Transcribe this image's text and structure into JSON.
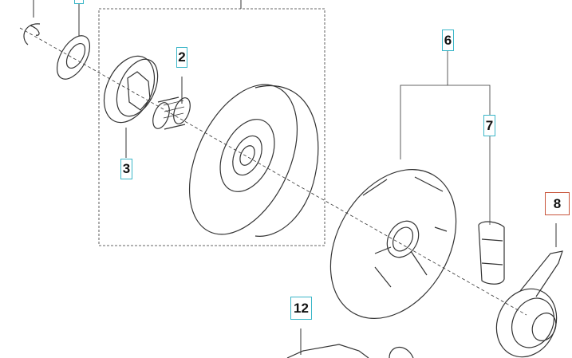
{
  "diagram": {
    "callouts": [
      {
        "id": "top-partial",
        "label": ""
      },
      {
        "id": "2",
        "label": "2"
      },
      {
        "id": "3",
        "label": "3"
      },
      {
        "id": "6",
        "label": "6"
      },
      {
        "id": "7",
        "label": "7"
      },
      {
        "id": "8",
        "label": "8",
        "highlighted": true
      },
      {
        "id": "12",
        "label": "12"
      }
    ],
    "colors": {
      "callout_border": "#3bb6c8",
      "highlight_border": "#c8553c",
      "line": "#333333"
    }
  }
}
